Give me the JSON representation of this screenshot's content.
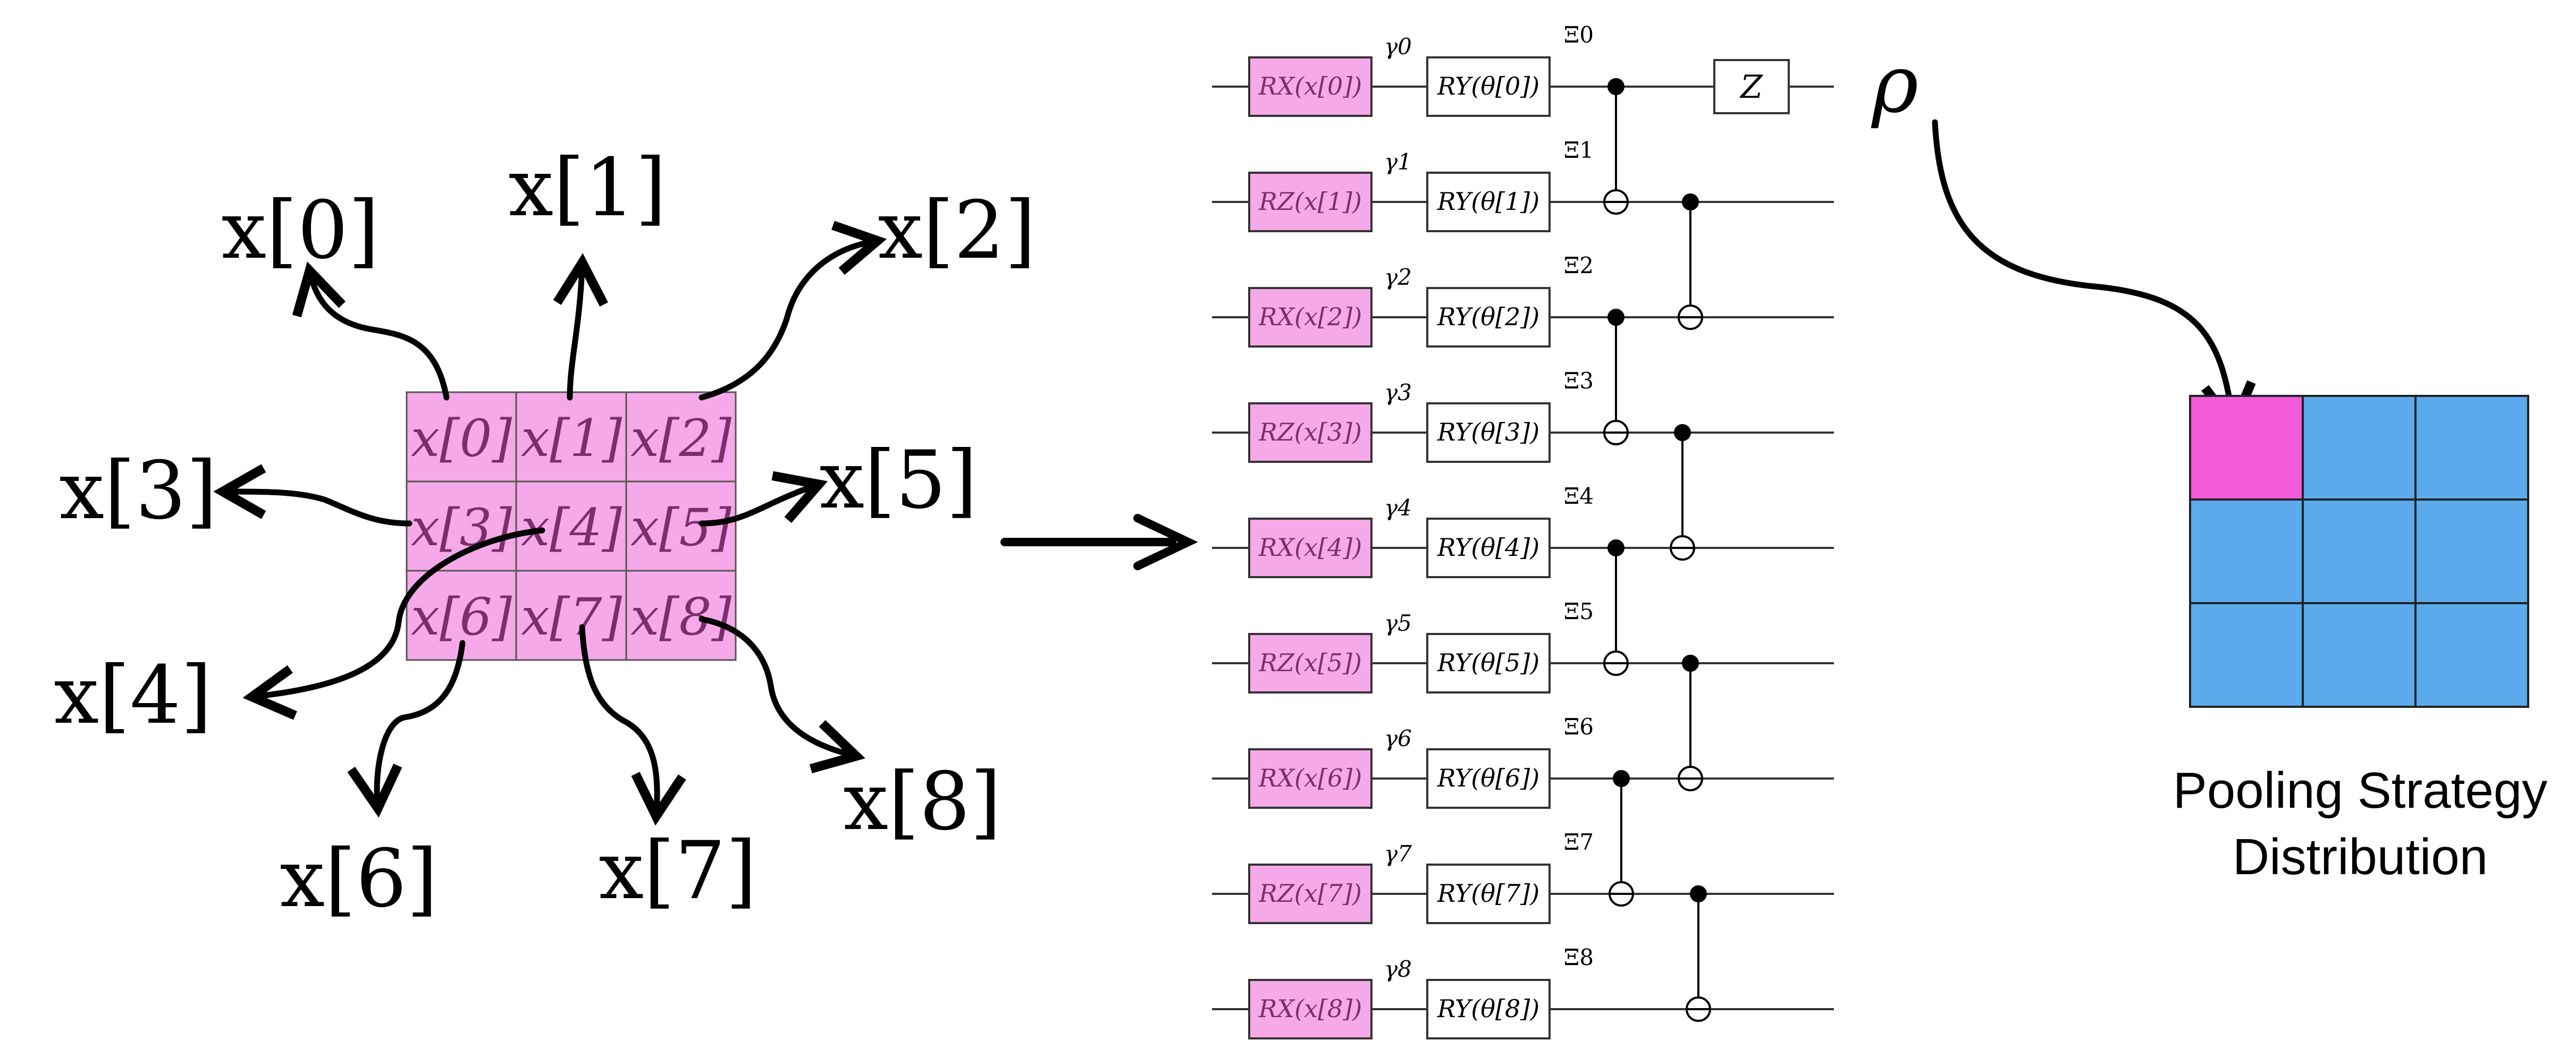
{
  "patch": {
    "cells": [
      "x[0]",
      "x[1]",
      "x[2]",
      "x[3]",
      "x[4]",
      "x[5]",
      "x[6]",
      "x[7]",
      "x[8]"
    ],
    "outputs": [
      "x[0]",
      "x[1]",
      "x[2]",
      "x[3]",
      "x[4]",
      "x[5]",
      "x[6]",
      "x[7]",
      "x[8]"
    ],
    "cell_color": "#f5a9e8"
  },
  "circuit": {
    "encoders": [
      "RX(x[0])",
      "RZ(x[1])",
      "RX(x[2])",
      "RZ(x[3])",
      "RX(x[4])",
      "RZ(x[5])",
      "RX(x[6])",
      "RZ(x[7])",
      "RX(x[8])"
    ],
    "gammas": [
      "γ0",
      "γ1",
      "γ2",
      "γ3",
      "γ4",
      "γ5",
      "γ6",
      "γ7",
      "γ8"
    ],
    "rotations": [
      "RY(θ[0])",
      "RY(θ[1])",
      "RY(θ[2])",
      "RY(θ[3])",
      "RY(θ[4])",
      "RY(θ[5])",
      "RY(θ[6])",
      "RY(θ[7])",
      "RY(θ[8])"
    ],
    "xis": [
      "Ξ0",
      "Ξ1",
      "Ξ2",
      "Ξ3",
      "Ξ4",
      "Ξ5",
      "Ξ6",
      "Ξ7",
      "Ξ8"
    ],
    "measurement": "Z",
    "output_symbol": "ρ",
    "encoder_color": "#f5a9e8"
  },
  "pooling": {
    "label_line1": "Pooling Strategy",
    "label_line2": "Distribution",
    "grid_rows": 3,
    "grid_cols": 3,
    "selected_cell": 0,
    "selected_color": "#f25ad8",
    "cell_color": "#5aaaec"
  }
}
